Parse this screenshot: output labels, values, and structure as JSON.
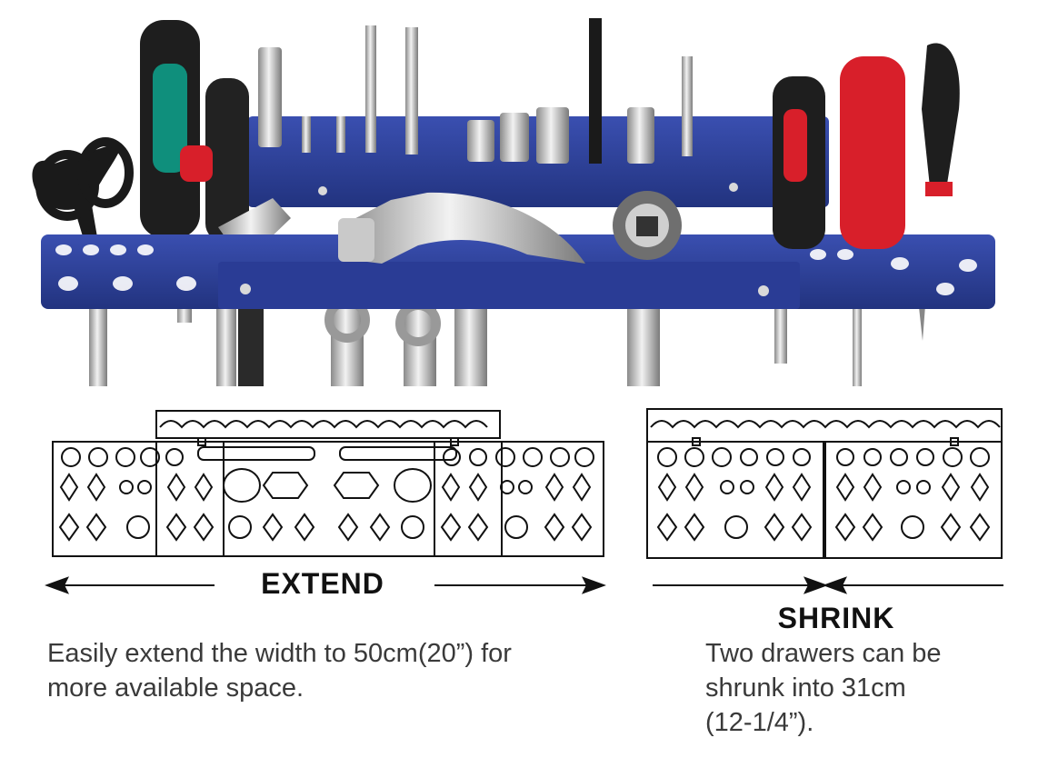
{
  "labels": {
    "extend": "EXTEND",
    "shrink": "SHRINK"
  },
  "captions": {
    "extend_text_line1": "Easily extend the width to 50cm(20”) for",
    "extend_text_line2": "more available space.",
    "shrink_text_line1": "Two drawers can be",
    "shrink_text_line2": "shrunk into 31cm",
    "shrink_text_line3": "(12-1/4”)."
  },
  "colors": {
    "tray_blue": "#2b3f9a",
    "line": "#111111",
    "caption_text": "#3a3a3a"
  }
}
